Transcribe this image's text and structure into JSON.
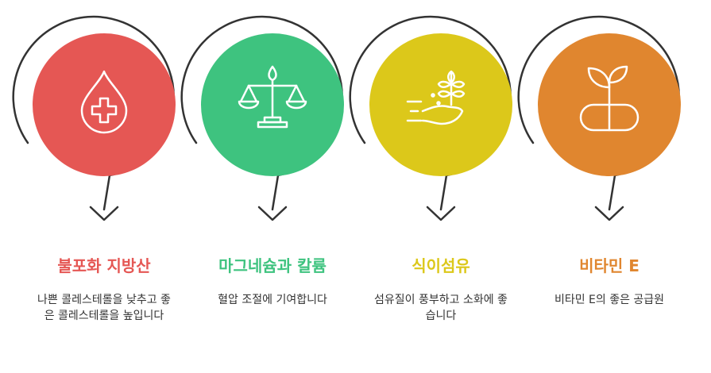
{
  "items": [
    {
      "title": "불포화 지방산",
      "description": "나쁜 콜레스테롤을 낮추고 좋은 콜레스테롤을 높입니다",
      "color": "#E55754",
      "icon": "blood-drop-plus-icon"
    },
    {
      "title": "마그네슘과 칼륨",
      "description": "혈압 조절에 기여합니다",
      "color": "#3EC37F",
      "icon": "balance-scale-icon"
    },
    {
      "title": "식이섬유",
      "description": "섬유질이 풍부하고 소화에 좋습니다",
      "color": "#DCC81A",
      "icon": "wheat-digestion-icon"
    },
    {
      "title": "비타민 E",
      "description": "비타민 E의 좋은 공급원",
      "color": "#E0862F",
      "icon": "plant-capsule-icon"
    }
  ]
}
